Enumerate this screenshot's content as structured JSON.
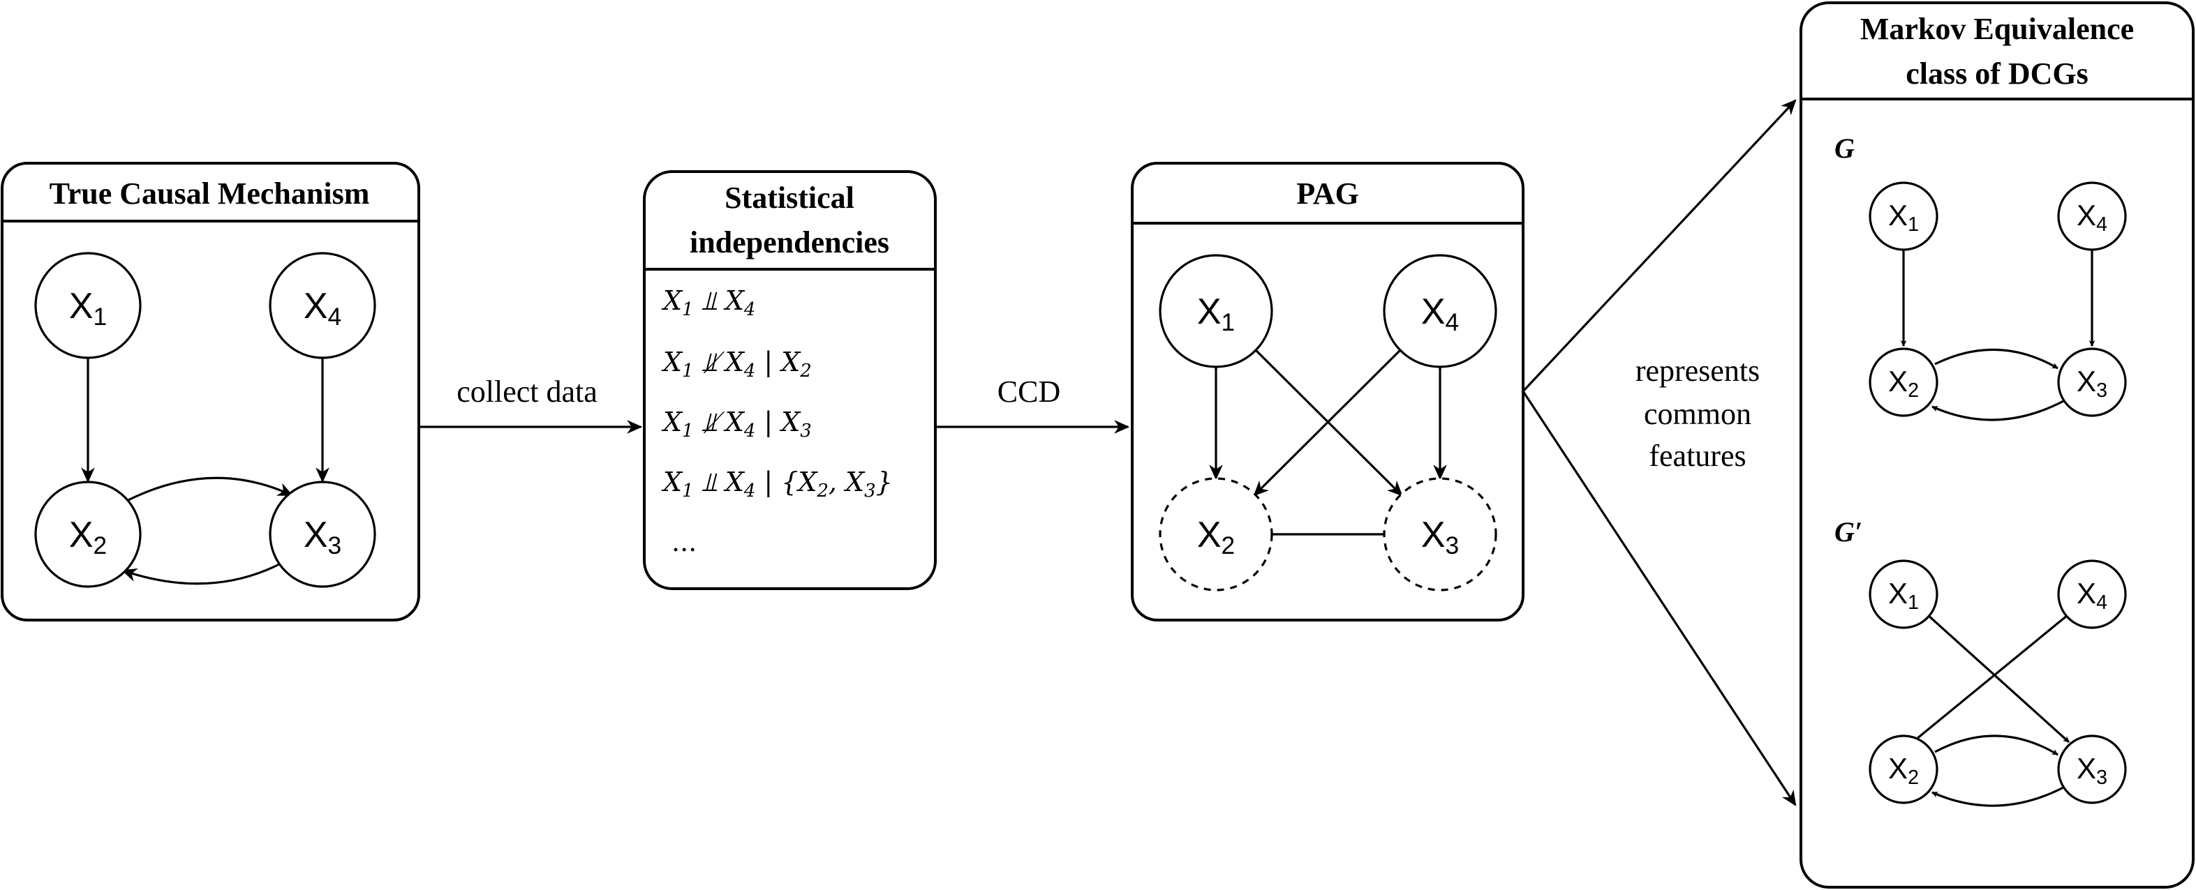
{
  "panels": {
    "true_mechanism": {
      "title": "True Causal Mechanism"
    },
    "statistical": {
      "title_line1": "Statistical",
      "title_line2": "independencies",
      "statements": [
        {
          "lhs": "X",
          "lhs_sub": "1",
          "rel": "⫫",
          "rhs": "X",
          "rhs_sub": "4",
          "cond": ""
        },
        {
          "lhs": "X",
          "lhs_sub": "1",
          "rel": "⫫̸",
          "rhs": "X",
          "rhs_sub": "4",
          "cond": "| X",
          "cond_sub": "2"
        },
        {
          "lhs": "X",
          "lhs_sub": "1",
          "rel": "⫫̸",
          "rhs": "X",
          "rhs_sub": "4",
          "cond": "| X",
          "cond_sub": "3"
        },
        {
          "lhs": "X",
          "lhs_sub": "1",
          "rel": "⫫",
          "rhs": "X",
          "rhs_sub": "4",
          "cond": "| {X",
          "cond_sub": "2",
          "cond_mid": ", X",
          "cond_sub2": "3",
          "cond_end": "}"
        }
      ],
      "ellipsis": "..."
    },
    "pag": {
      "title": "PAG"
    },
    "equivalence": {
      "title_line1": "Markov Equivalence",
      "title_line2": "class of DCGs",
      "graph_g": "G",
      "graph_g_prime": "G′"
    }
  },
  "edge_labels": {
    "collect": "collect data",
    "ccd": "CCD",
    "represents_line1": "represents",
    "represents_line2": "common",
    "represents_line3": "features"
  },
  "node_symbol": "X",
  "node_subs": [
    "1",
    "2",
    "3",
    "4"
  ]
}
